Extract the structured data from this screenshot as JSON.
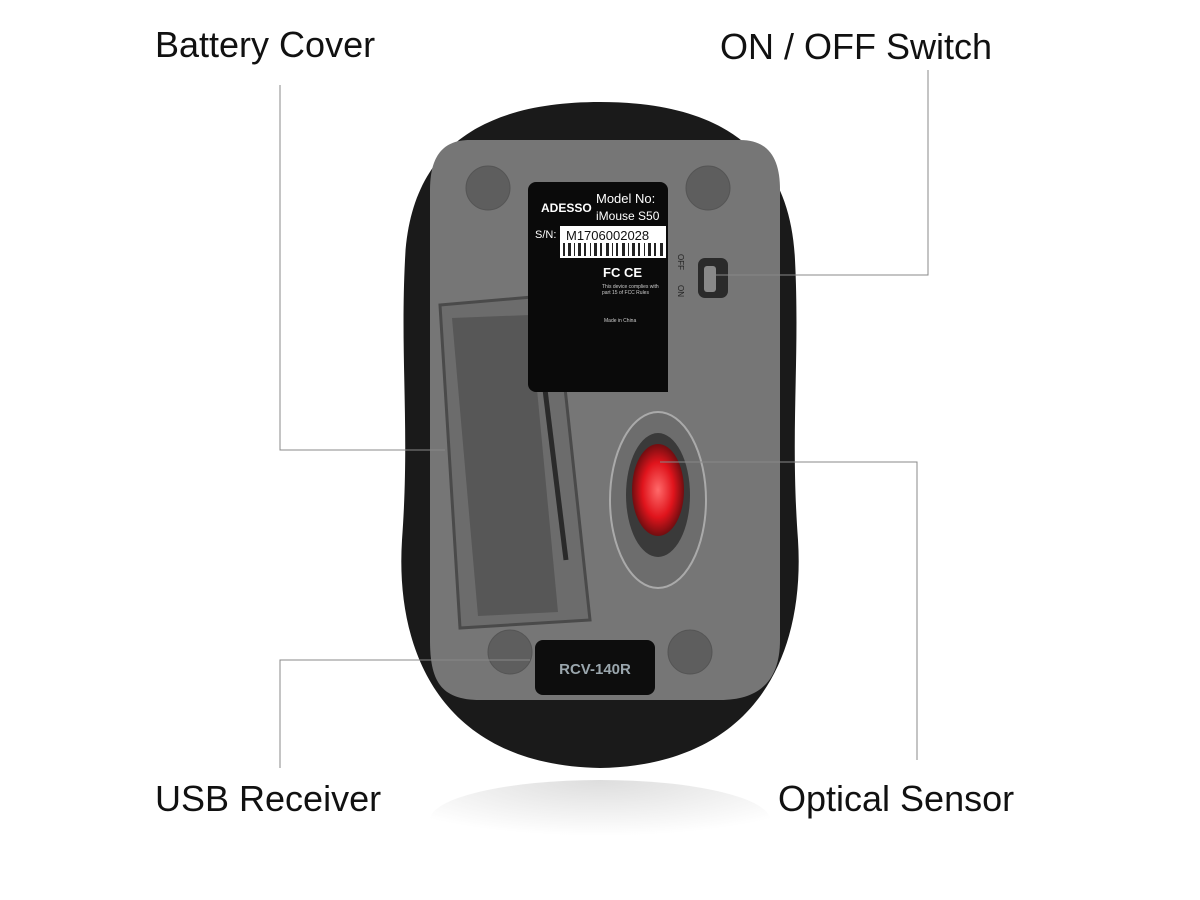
{
  "callouts": {
    "battery_cover": "Battery Cover",
    "on_off_switch": "ON / OFF Switch",
    "usb_receiver": "USB Receiver",
    "optical_sensor": "Optical Sensor"
  },
  "label_sticker": {
    "brand": "ADESSO",
    "model_label": "Model No:",
    "model": "iMouse S50",
    "sn_label": "S/N:",
    "serial": "M1706002028",
    "marks": "FC CE",
    "compliance": "This device complies with part 15 of FCC Rules",
    "origin": "Made in China"
  },
  "switch_labels": {
    "off": "OFF",
    "on": "ON"
  },
  "receiver_label": "RCV-140R",
  "colors": {
    "sensor": "#e0141c",
    "plate": "#767676",
    "body": "#1a1a1a"
  }
}
